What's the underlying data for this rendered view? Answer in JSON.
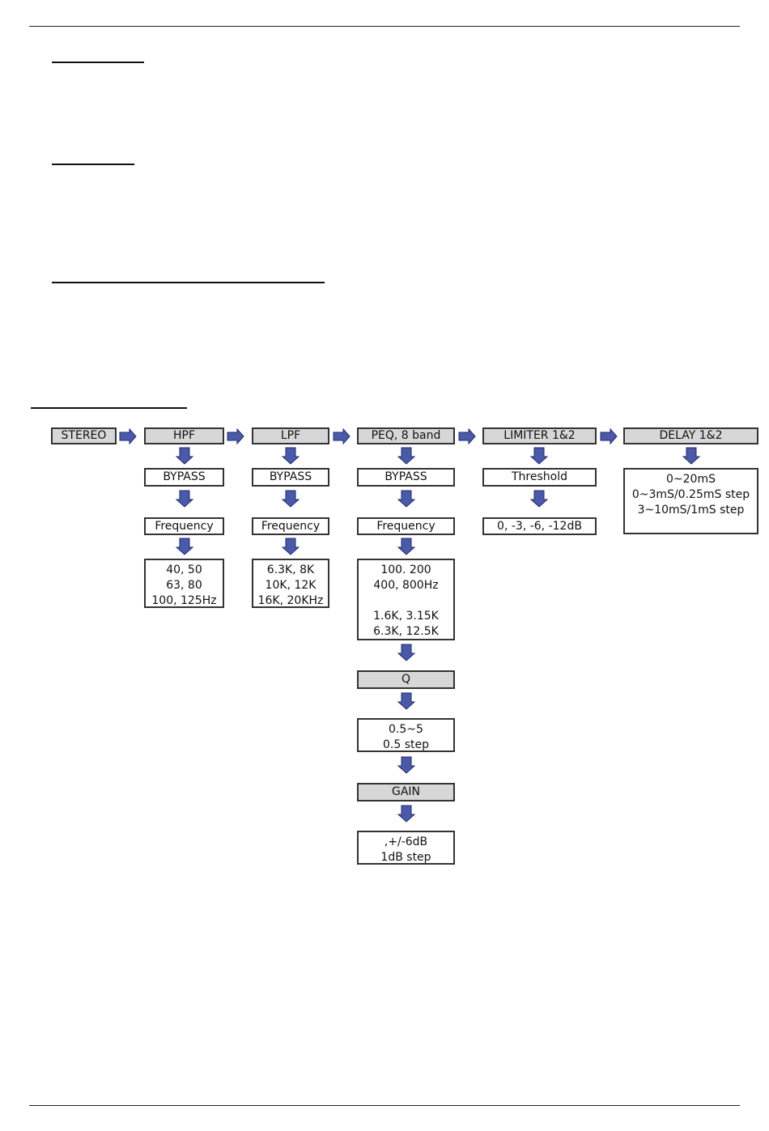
{
  "diagram": {
    "colors": {
      "arrow_fill": "#4a5aa8",
      "arrow_stroke": "#222c6e",
      "header_fill": "#d7d7d7"
    },
    "nodes": {
      "stereo": "STEREO",
      "hpf": "HPF",
      "lpf": "LPF",
      "peq": "PEQ, 8 band",
      "limiter": "LIMITER 1&2",
      "delay": "DELAY 1&2",
      "hpf_bypass": "BYPASS",
      "lpf_bypass": "BYPASS",
      "peq_bypass": "BYPASS",
      "hpf_frequency": "Frequency",
      "lpf_frequency": "Frequency",
      "peq_frequency": "Frequency",
      "hpf_values": "40, 50\n63, 80\n100, 125Hz",
      "lpf_values": "6.3K, 8K\n10K, 12K\n16K, 20KHz",
      "peq_freq_values": "100. 200\n400, 800Hz\n\n1.6K, 3.15K\n6.3K, 12.5K",
      "peq_q": "Q",
      "peq_q_values": "0.5~5\n0.5 step",
      "peq_gain": "GAIN",
      "peq_gain_values": ",+/-6dB\n1dB step",
      "limiter_threshold": "Threshold",
      "limiter_values": "0, -3, -6, -12dB",
      "delay_values": "0~20mS\n0~3mS/0.25mS step\n3~10mS/1mS step"
    }
  }
}
